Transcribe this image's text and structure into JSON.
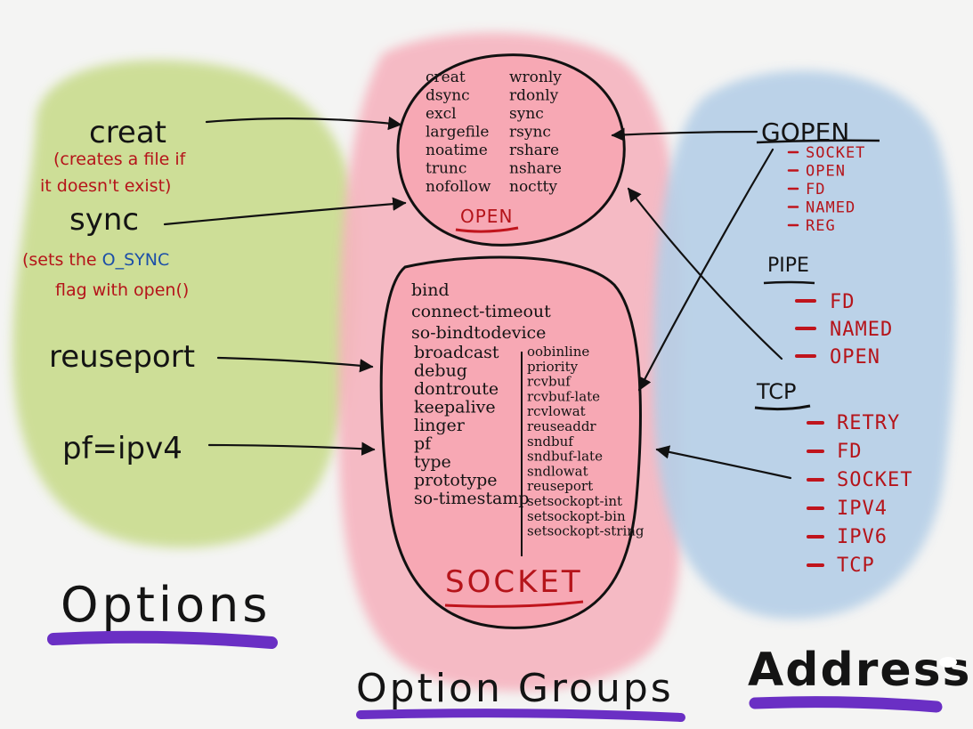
{
  "options": {
    "title": "Options",
    "creat": "creat",
    "creat_note_1": "(creates a file if",
    "creat_note_2": "it doesn't exist)",
    "sync": "sync",
    "sync_note_1a": "(sets the ",
    "sync_note_1b": "O_SYNC",
    "sync_note_2": "flag with open()",
    "reuseport": "reuseport",
    "pf": "pf=ipv4"
  },
  "groups": {
    "title": "Option Groups",
    "open": {
      "label": "OPEN",
      "col1": [
        "creat",
        "dsync",
        "excl",
        "largefile",
        "noatime",
        "trunc",
        "nofollow"
      ],
      "col2": [
        "wronly",
        "rdonly",
        "sync",
        "rsync",
        "rshare",
        "nshare",
        "noctty"
      ]
    },
    "socket": {
      "label": "SOCKET",
      "top": [
        "bind",
        "connect-timeout",
        "so-bindtodevice"
      ],
      "col1": [
        "broadcast",
        "debug",
        "dontroute",
        "keepalive",
        "linger",
        "pf",
        "type",
        "prototype",
        "so-timestamp"
      ],
      "col2": [
        "oobinline",
        "priority",
        "rcvbuf",
        "rcvbuf-late",
        "rcvlowat",
        "reuseaddr",
        "sndbuf",
        "sndbuf-late",
        "sndlowat",
        "reuseport",
        "setsockopt-int",
        "setsockopt-bin",
        "setsockopt-string"
      ]
    }
  },
  "address": {
    "title": "Address",
    "gopen": {
      "label": "GOPEN",
      "items": [
        "SOCKET",
        "OPEN",
        "FD",
        "NAMED",
        "REG"
      ]
    },
    "pipe": {
      "label": "PIPE",
      "items": [
        "FD",
        "NAMED",
        "OPEN"
      ]
    },
    "tcp": {
      "label": "TCP",
      "items": [
        "RETRY",
        "FD",
        "SOCKET",
        "IPV4",
        "IPV6",
        "TCP"
      ]
    }
  },
  "colors": {
    "options_blob": "#c9dc8e",
    "groups_blob": "#f6b4bf",
    "address_blob": "#b5cfe7",
    "underline": "#6a2fc4",
    "accent_red": "#c0141c"
  }
}
